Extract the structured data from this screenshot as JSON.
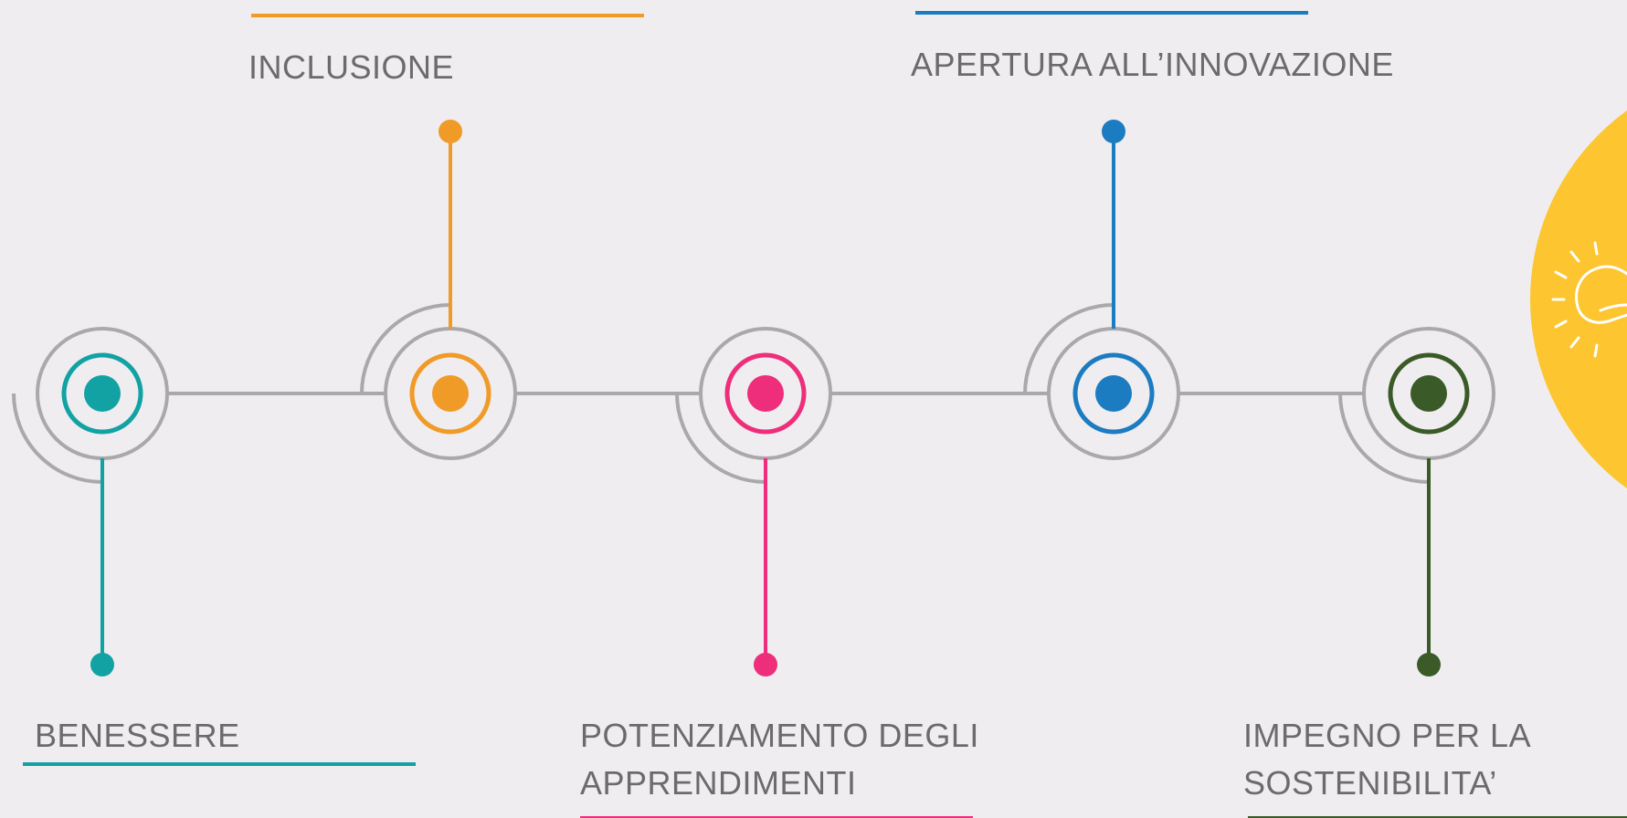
{
  "milestones": [
    {
      "label_lines": [
        "BENESSERE"
      ],
      "color": "#12a2a4",
      "direction": "down"
    },
    {
      "label_lines": [
        "INCLUSIONE"
      ],
      "color": "#f09a28",
      "direction": "up"
    },
    {
      "label_lines": [
        "POTENZIAMENTO DEGLI",
        "APPRENDIMENTI"
      ],
      "color": "#ee2e7a",
      "direction": "down"
    },
    {
      "label_lines": [
        "APERTURA ALL’INNOVAZIONE"
      ],
      "color": "#1b7cc1",
      "direction": "up"
    },
    {
      "label_lines": [
        "IMPEGNO PER LA",
        "SOSTENIBILITA’"
      ],
      "color": "#3a5a27",
      "direction": "down"
    }
  ],
  "colors": {
    "background": "#efedf0",
    "ring": "#a9a8aa",
    "text": "#6b6a6c",
    "accent_circle": "#fdc52f",
    "icon_stroke": "#ffffff"
  },
  "icon": "lightbulb-icon"
}
